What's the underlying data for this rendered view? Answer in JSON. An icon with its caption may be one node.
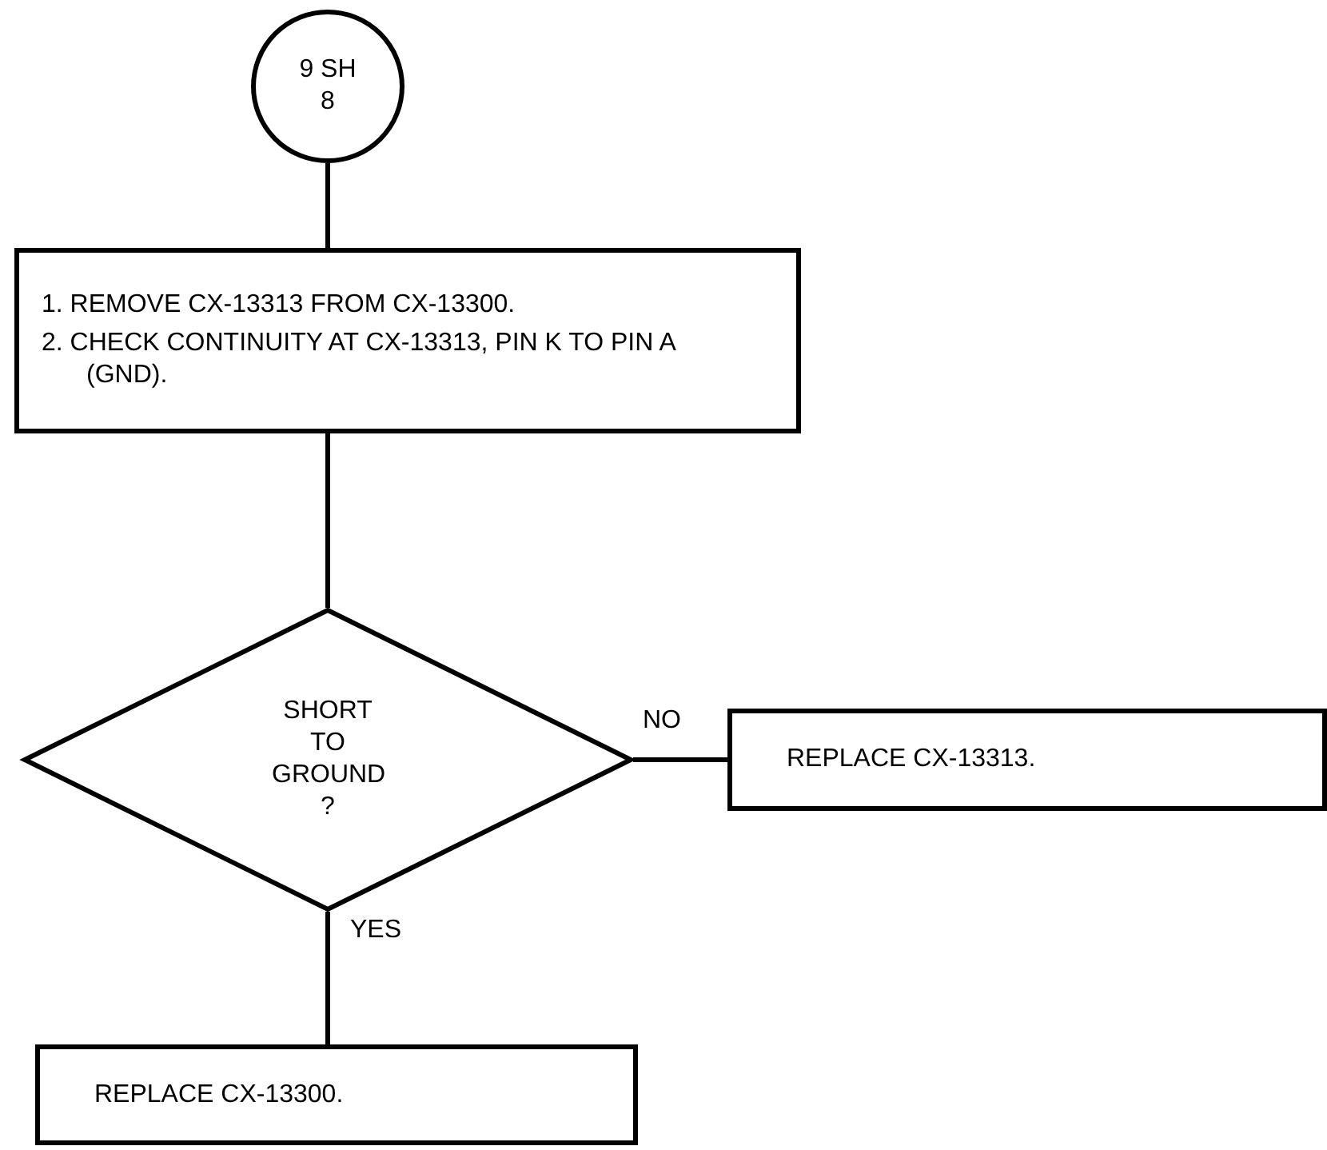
{
  "diagram": {
    "nodes": [
      {
        "text": [
          "9 SH 8"
        ]
      },
      {
        "text": [
          "1. REMOVE CX-13313 FROM CX-13300.",
          "2. CHECK CONTINUITY AT CX-13313, PIN K TO PIN A (GND)."
        ]
      },
      {
        "text": [
          "SHORT TO GROUND ?"
        ]
      },
      {
        "text": [
          "REPLACE CX-13313."
        ]
      },
      {
        "text": [
          "REPLACE CX-13300."
        ]
      }
    ],
    "edges": [
      {
        "from": 0,
        "to": 1,
        "arrow": "none"
      },
      {
        "from": 1,
        "to": 2,
        "arrow": "none"
      },
      {
        "from": 2,
        "to": 3,
        "arrow": "none",
        "label": "NO"
      },
      {
        "from": 2,
        "to": 4,
        "arrow": "none",
        "label": "YES"
      }
    ]
  }
}
